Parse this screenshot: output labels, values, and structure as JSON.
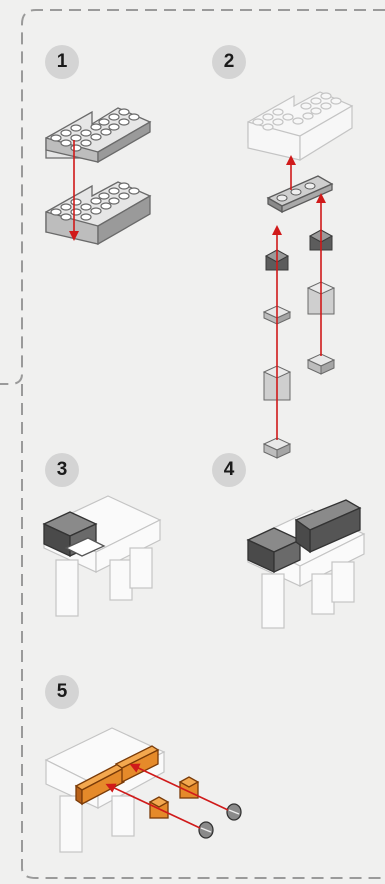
{
  "steps": [
    {
      "number": "1"
    },
    {
      "number": "2"
    },
    {
      "number": "3"
    },
    {
      "number": "4"
    },
    {
      "number": "5"
    }
  ],
  "colors": {
    "background": "#f0f0ef",
    "frame_dash": "#9a9a9a",
    "badge": "#d4d4d4",
    "arrow": "#d01a1a",
    "brick_gray": "#cfcfcf",
    "brick_dark": "#5c5c5c",
    "brick_orange": "#e58a2a",
    "outline_light": "#bdbdbd"
  }
}
